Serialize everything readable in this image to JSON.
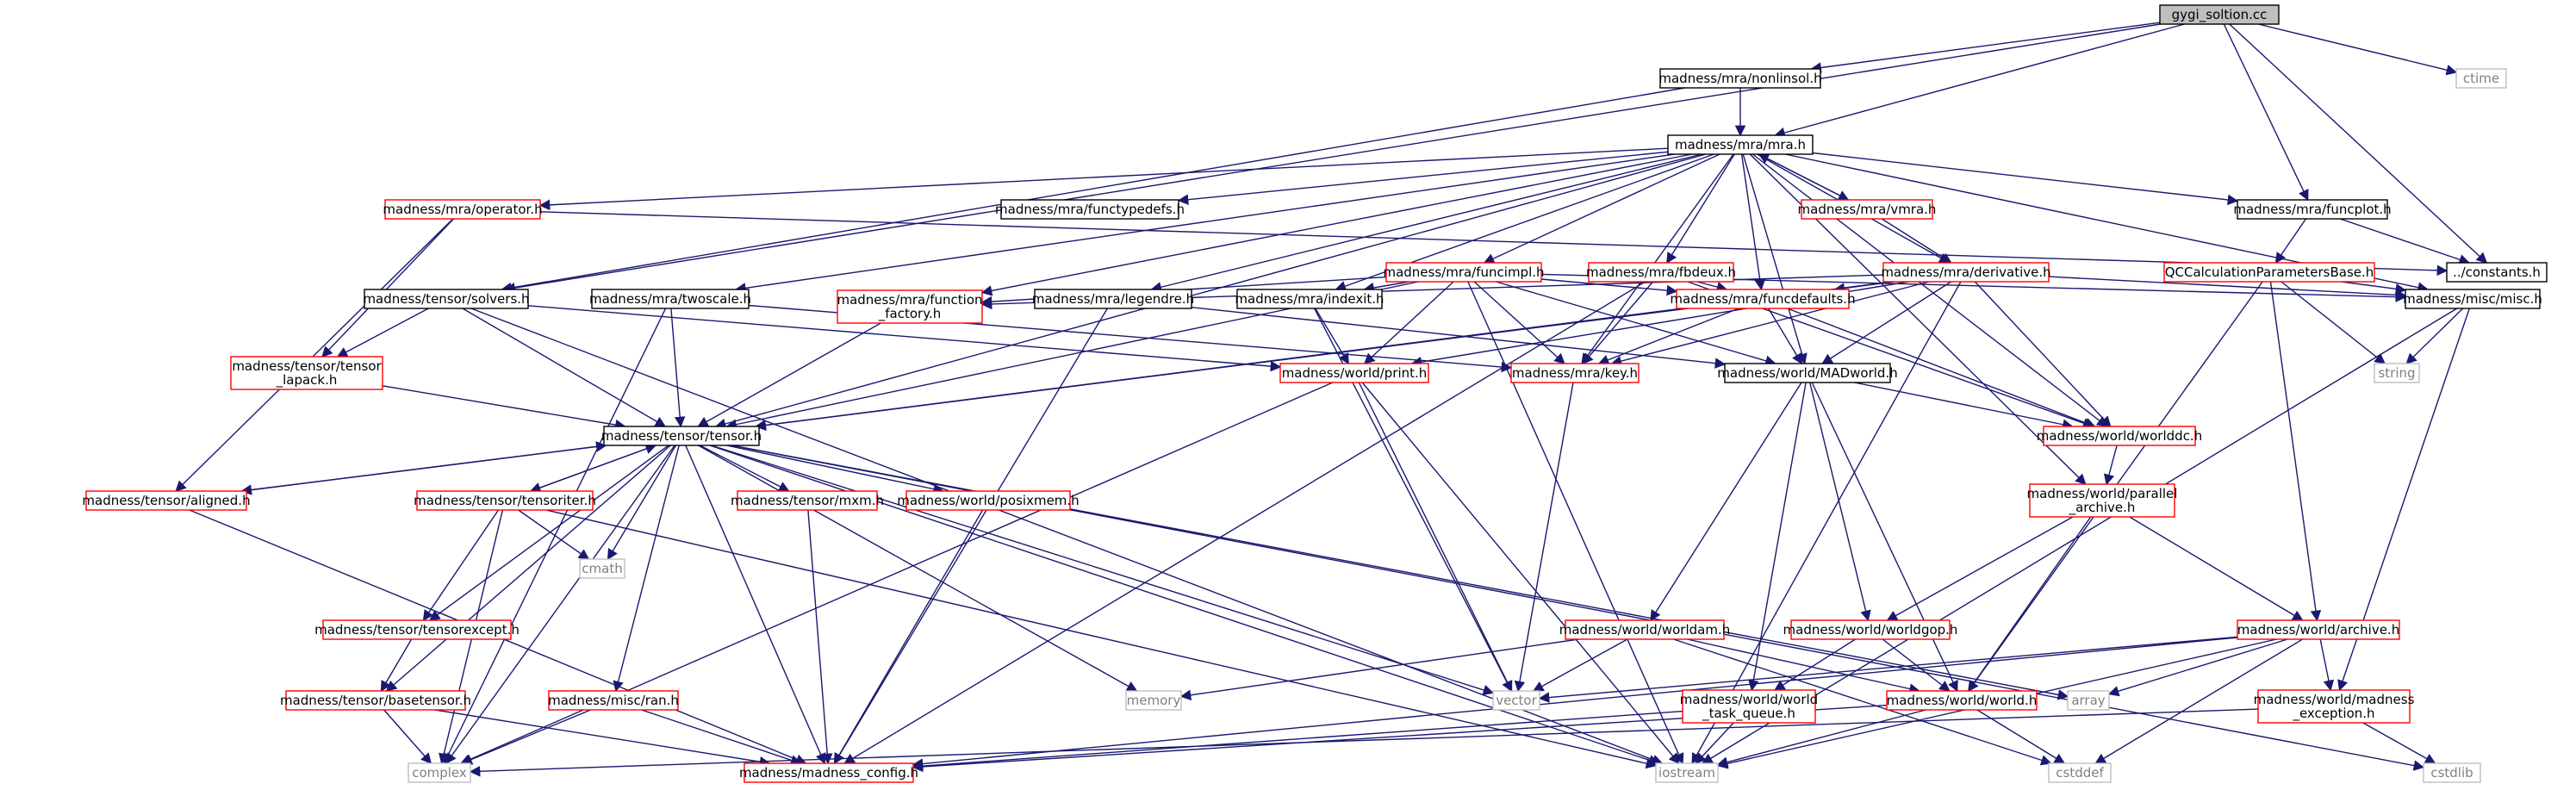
{
  "colors": {
    "edge": "#191970",
    "documented_border": "#000000",
    "red_border": "#ff0000",
    "system_border": "#bfbfbf",
    "system_text": "#808080",
    "root_fill": "#bfbfbf",
    "text": "#000000"
  },
  "nodes": [
    {
      "id": "gygi",
      "label": "gygi_soltion.cc",
      "kind": "root"
    },
    {
      "id": "nonlinsol",
      "label": "madness/mra/nonlinsol.h",
      "kind": "black"
    },
    {
      "id": "ctime",
      "label": "ctime",
      "kind": "system"
    },
    {
      "id": "mra",
      "label": "madness/mra/mra.h",
      "kind": "black"
    },
    {
      "id": "operator",
      "label": "madness/mra/operator.h",
      "kind": "red"
    },
    {
      "id": "functypedefs",
      "label": "madness/mra/functypedefs.h",
      "kind": "black"
    },
    {
      "id": "vmra",
      "label": "madness/mra/vmra.h",
      "kind": "red"
    },
    {
      "id": "funcplot",
      "label": "madness/mra/funcplot.h",
      "kind": "black"
    },
    {
      "id": "constants",
      "label": "../constants.h",
      "kind": "black"
    },
    {
      "id": "funcimpl",
      "label": "madness/mra/funcimpl.h",
      "kind": "red"
    },
    {
      "id": "fbdeux",
      "label": "madness/mra/fbdeux.h",
      "kind": "red"
    },
    {
      "id": "derivative",
      "label": "madness/mra/derivative.h",
      "kind": "red"
    },
    {
      "id": "qccalc",
      "label": "QCCalculationParametersBase.h",
      "kind": "red"
    },
    {
      "id": "solvers",
      "label": "madness/tensor/solvers.h",
      "kind": "black"
    },
    {
      "id": "twoscale",
      "label": "madness/mra/twoscale.h",
      "kind": "black"
    },
    {
      "id": "funcfactory",
      "label": "madness/mra/function\n_factory.h",
      "kind": "red"
    },
    {
      "id": "legendre",
      "label": "madness/mra/legendre.h",
      "kind": "black"
    },
    {
      "id": "indexit",
      "label": "madness/mra/indexit.h",
      "kind": "black"
    },
    {
      "id": "funcdefaults",
      "label": "madness/mra/funcdefaults.h",
      "kind": "red"
    },
    {
      "id": "miscmisc",
      "label": "madness/misc/misc.h",
      "kind": "black"
    },
    {
      "id": "tensorlapack",
      "label": "madness/tensor/tensor\n_lapack.h",
      "kind": "red"
    },
    {
      "id": "print",
      "label": "madness/world/print.h",
      "kind": "red"
    },
    {
      "id": "key",
      "label": "madness/mra/key.h",
      "kind": "red"
    },
    {
      "id": "madworld",
      "label": "madness/world/MADworld.h",
      "kind": "black"
    },
    {
      "id": "string",
      "label": "string",
      "kind": "system"
    },
    {
      "id": "tensor",
      "label": "madness/tensor/tensor.h",
      "kind": "black"
    },
    {
      "id": "worlddc",
      "label": "madness/world/worlddc.h",
      "kind": "red"
    },
    {
      "id": "aligned",
      "label": "madness/tensor/aligned.h",
      "kind": "red"
    },
    {
      "id": "tensoriter",
      "label": "madness/tensor/tensoriter.h",
      "kind": "red"
    },
    {
      "id": "mxm",
      "label": "madness/tensor/mxm.h",
      "kind": "red"
    },
    {
      "id": "posixmem",
      "label": "madness/world/posixmem.h",
      "kind": "red"
    },
    {
      "id": "parallelarchive",
      "label": "madness/world/parallel\n_archive.h",
      "kind": "red"
    },
    {
      "id": "cmath",
      "label": "cmath",
      "kind": "system"
    },
    {
      "id": "tensorexcept",
      "label": "madness/tensor/tensorexcept.h",
      "kind": "red"
    },
    {
      "id": "worldam",
      "label": "madness/world/worldam.h",
      "kind": "red"
    },
    {
      "id": "worldgop",
      "label": "madness/world/worldgop.h",
      "kind": "red"
    },
    {
      "id": "archive",
      "label": "madness/world/archive.h",
      "kind": "red"
    },
    {
      "id": "basetensor",
      "label": "madness/tensor/basetensor.h",
      "kind": "red"
    },
    {
      "id": "memory",
      "label": "memory",
      "kind": "system"
    },
    {
      "id": "vector",
      "label": "vector",
      "kind": "system"
    },
    {
      "id": "array",
      "label": "array",
      "kind": "system"
    },
    {
      "id": "ran",
      "label": "madness/misc/ran.h",
      "kind": "red"
    },
    {
      "id": "taskqueue",
      "label": "madness/world/world\n_task_queue.h",
      "kind": "red"
    },
    {
      "id": "worldh",
      "label": "madness/world/world.h",
      "kind": "red"
    },
    {
      "id": "madexception",
      "label": "madness/world/madness\n_exception.h",
      "kind": "red"
    },
    {
      "id": "complex",
      "label": "complex",
      "kind": "system"
    },
    {
      "id": "madconfig",
      "label": "madness/madness_config.h",
      "kind": "red"
    },
    {
      "id": "iostream",
      "label": "iostream",
      "kind": "system"
    },
    {
      "id": "cstddef",
      "label": "cstddef",
      "kind": "system"
    },
    {
      "id": "cstdlib",
      "label": "cstdlib",
      "kind": "system"
    }
  ],
  "edges": [
    [
      "gygi",
      "nonlinsol"
    ],
    [
      "gygi",
      "ctime"
    ],
    [
      "gygi",
      "mra"
    ],
    [
      "gygi",
      "funcplot"
    ],
    [
      "gygi",
      "constants"
    ],
    [
      "gygi",
      "solvers"
    ],
    [
      "nonlinsol",
      "mra"
    ],
    [
      "nonlinsol",
      "solvers"
    ],
    [
      "mra",
      "operator"
    ],
    [
      "mra",
      "functypedefs"
    ],
    [
      "mra",
      "vmra"
    ],
    [
      "mra",
      "funcplot"
    ],
    [
      "mra",
      "funcimpl"
    ],
    [
      "mra",
      "fbdeux"
    ],
    [
      "mra",
      "derivative"
    ],
    [
      "mra",
      "twoscale"
    ],
    [
      "mra",
      "funcfactory"
    ],
    [
      "mra",
      "legendre"
    ],
    [
      "mra",
      "indexit"
    ],
    [
      "mra",
      "funcdefaults"
    ],
    [
      "mra",
      "miscmisc"
    ],
    [
      "mra",
      "key"
    ],
    [
      "mra",
      "madworld"
    ],
    [
      "mra",
      "tensor"
    ],
    [
      "mra",
      "worlddc"
    ],
    [
      "mra",
      "parallelarchive"
    ],
    [
      "vmra",
      "mra"
    ],
    [
      "vmra",
      "derivative"
    ],
    [
      "operator",
      "constants"
    ],
    [
      "operator",
      "tensorlapack"
    ],
    [
      "operator",
      "aligned"
    ],
    [
      "funcplot",
      "constants"
    ],
    [
      "funcplot",
      "qccalc"
    ],
    [
      "funcimpl",
      "funcfactory"
    ],
    [
      "funcimpl",
      "indexit"
    ],
    [
      "funcimpl",
      "funcdefaults"
    ],
    [
      "funcimpl",
      "miscmisc"
    ],
    [
      "funcimpl",
      "print"
    ],
    [
      "funcimpl",
      "key"
    ],
    [
      "funcimpl",
      "madworld"
    ],
    [
      "funcimpl",
      "tensor"
    ],
    [
      "funcimpl",
      "iostream"
    ],
    [
      "fbdeux",
      "funcdefaults"
    ],
    [
      "fbdeux",
      "key"
    ],
    [
      "fbdeux",
      "worlddc"
    ],
    [
      "fbdeux",
      "madconfig"
    ],
    [
      "derivative",
      "funcfactory"
    ],
    [
      "derivative",
      "funcdefaults"
    ],
    [
      "derivative",
      "miscmisc"
    ],
    [
      "derivative",
      "print"
    ],
    [
      "derivative",
      "key"
    ],
    [
      "derivative",
      "madworld"
    ],
    [
      "derivative",
      "worlddc"
    ],
    [
      "derivative",
      "tensor"
    ],
    [
      "derivative",
      "iostream"
    ],
    [
      "qccalc",
      "miscmisc"
    ],
    [
      "qccalc",
      "string"
    ],
    [
      "qccalc",
      "archive"
    ],
    [
      "qccalc",
      "worldh"
    ],
    [
      "solvers",
      "tensorlapack"
    ],
    [
      "solvers",
      "tensor"
    ],
    [
      "solvers",
      "print"
    ],
    [
      "solvers",
      "iostream"
    ],
    [
      "twoscale",
      "tensor"
    ],
    [
      "twoscale",
      "key"
    ],
    [
      "twoscale",
      "complex"
    ],
    [
      "funcfactory",
      "tensor"
    ],
    [
      "legendre",
      "madworld"
    ],
    [
      "legendre",
      "madconfig"
    ],
    [
      "indexit",
      "print"
    ],
    [
      "indexit",
      "vector"
    ],
    [
      "funcdefaults",
      "key"
    ],
    [
      "funcdefaults",
      "madworld"
    ],
    [
      "funcdefaults",
      "worlddc"
    ],
    [
      "funcdefaults",
      "tensor"
    ],
    [
      "miscmisc",
      "string"
    ],
    [
      "miscmisc",
      "madexception"
    ],
    [
      "miscmisc",
      "iostream"
    ],
    [
      "tensorlapack",
      "tensor"
    ],
    [
      "print",
      "complex"
    ],
    [
      "print",
      "vector"
    ],
    [
      "print",
      "iostream"
    ],
    [
      "key",
      "vector"
    ],
    [
      "madworld",
      "worlddc"
    ],
    [
      "madworld",
      "worldam"
    ],
    [
      "madworld",
      "worldgop"
    ],
    [
      "madworld",
      "taskqueue"
    ],
    [
      "madworld",
      "worldh"
    ],
    [
      "worlddc",
      "parallelarchive"
    ],
    [
      "parallelarchive",
      "archive"
    ],
    [
      "parallelarchive",
      "worldgop"
    ],
    [
      "parallelarchive",
      "worldh"
    ],
    [
      "tensor",
      "aligned"
    ],
    [
      "tensor",
      "tensoriter"
    ],
    [
      "tensor",
      "mxm"
    ],
    [
      "tensor",
      "posixmem"
    ],
    [
      "tensor",
      "cmath"
    ],
    [
      "tensor",
      "tensorexcept"
    ],
    [
      "tensor",
      "basetensor"
    ],
    [
      "tensor",
      "memory"
    ],
    [
      "tensor",
      "vector"
    ],
    [
      "tensor",
      "array"
    ],
    [
      "tensor",
      "ran"
    ],
    [
      "tensor",
      "complex"
    ],
    [
      "tensor",
      "madconfig"
    ],
    [
      "tensor",
      "cstdlib"
    ],
    [
      "tensor",
      "iostream"
    ],
    [
      "aligned",
      "tensor"
    ],
    [
      "aligned",
      "madconfig"
    ],
    [
      "tensoriter",
      "tensor"
    ],
    [
      "tensoriter",
      "tensorexcept"
    ],
    [
      "tensoriter",
      "cmath"
    ],
    [
      "tensoriter",
      "complex"
    ],
    [
      "tensoriter",
      "iostream"
    ],
    [
      "mxm",
      "madconfig"
    ],
    [
      "posixmem",
      "madconfig"
    ],
    [
      "tensorexcept",
      "basetensor"
    ],
    [
      "basetensor",
      "complex"
    ],
    [
      "basetensor",
      "madconfig"
    ],
    [
      "ran",
      "complex"
    ],
    [
      "ran",
      "madconfig"
    ],
    [
      "worldam",
      "memory"
    ],
    [
      "worldam",
      "vector"
    ],
    [
      "worldam",
      "worldh"
    ],
    [
      "worldam",
      "cstddef"
    ],
    [
      "worldgop",
      "taskqueue"
    ],
    [
      "worldgop",
      "worldh"
    ],
    [
      "archive",
      "vector"
    ],
    [
      "archive",
      "array"
    ],
    [
      "archive",
      "madexception"
    ],
    [
      "archive",
      "iostream"
    ],
    [
      "archive",
      "cstddef"
    ],
    [
      "archive",
      "madconfig"
    ],
    [
      "taskqueue",
      "madconfig"
    ],
    [
      "taskqueue",
      "iostream"
    ],
    [
      "worldh",
      "madconfig"
    ],
    [
      "worldh",
      "iostream"
    ],
    [
      "worldh",
      "cstddef"
    ],
    [
      "madexception",
      "cstdlib"
    ],
    [
      "madexception",
      "complex"
    ]
  ]
}
